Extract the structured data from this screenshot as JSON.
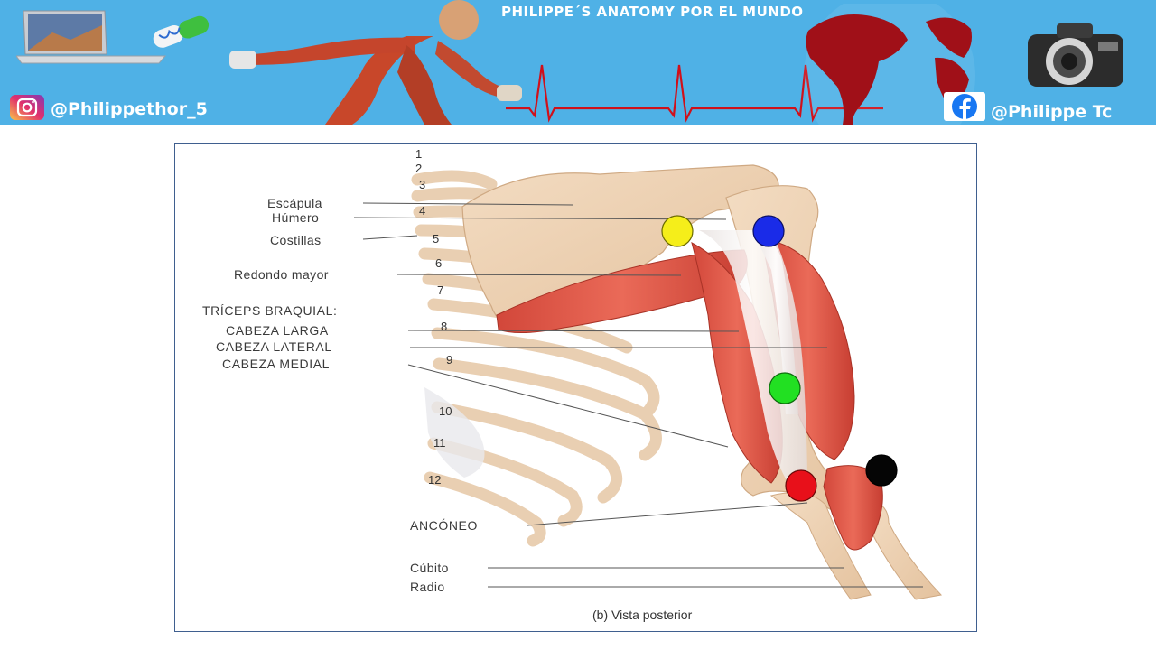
{
  "banner": {
    "title": "PHILIPPE´S ANATOMY POR EL MUNDO",
    "instagram_handle": "@Philippethor_5",
    "facebook_handle": "@Philippe Tc"
  },
  "diagram": {
    "caption": "(b) Vista posterior",
    "labels": {
      "escapula": "Escápula",
      "humero": "Húmero",
      "costillas": "Costillas",
      "redondo_mayor": "Redondo mayor",
      "triceps_header": "TRÍCEPS BRAQUIAL:",
      "cabeza_larga": "CABEZA LARGA",
      "cabeza_lateral": "CABEZA LATERAL",
      "cabeza_medial": "CABEZA MEDIAL",
      "anconeo": "ANCÓNEO",
      "cubito": "Cúbito",
      "radio": "Radio"
    },
    "rib_numbers": [
      "1",
      "2",
      "3",
      "4",
      "5",
      "6",
      "7",
      "8",
      "9",
      "10",
      "11",
      "12"
    ],
    "markers": [
      {
        "name": "yellow-marker",
        "color": "#f5ee1a"
      },
      {
        "name": "blue-marker",
        "color": "#1a2be8"
      },
      {
        "name": "green-marker",
        "color": "#22e022"
      },
      {
        "name": "red-marker",
        "color": "#e8101a"
      },
      {
        "name": "black-marker",
        "color": "#050505"
      }
    ]
  }
}
